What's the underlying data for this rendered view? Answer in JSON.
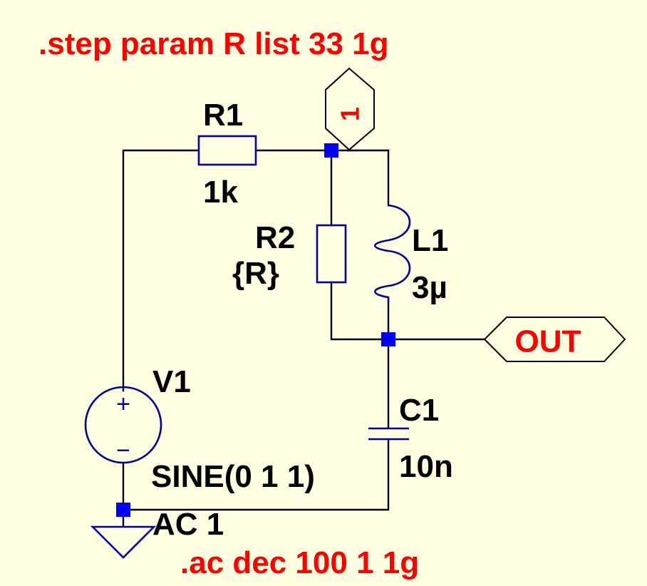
{
  "colors": {
    "background": "#FFFFE1",
    "wire": "#000000",
    "component": "#0000A0",
    "junction": "#0000FF",
    "directive": "#FF0000",
    "label_text": "#000000"
  },
  "directives": {
    "step": ".step param R list 33 1g",
    "ac": ".ac dec 100 1 1g"
  },
  "components": {
    "r1": {
      "name": "R1",
      "value": "1k"
    },
    "r2": {
      "name": "R2",
      "value": "{R}"
    },
    "l1": {
      "name": "L1",
      "value": "3µ"
    },
    "c1": {
      "name": "C1",
      "value": "10n"
    },
    "v1": {
      "name": "V1",
      "value": "SINE(0 1 1)",
      "ac": "AC 1",
      "plus": "+",
      "minus": "−"
    }
  },
  "net_labels": {
    "node1": "1",
    "out": "OUT"
  },
  "icons": {
    "ground": "ground-icon",
    "voltage_source": "voltage-source-icon"
  }
}
